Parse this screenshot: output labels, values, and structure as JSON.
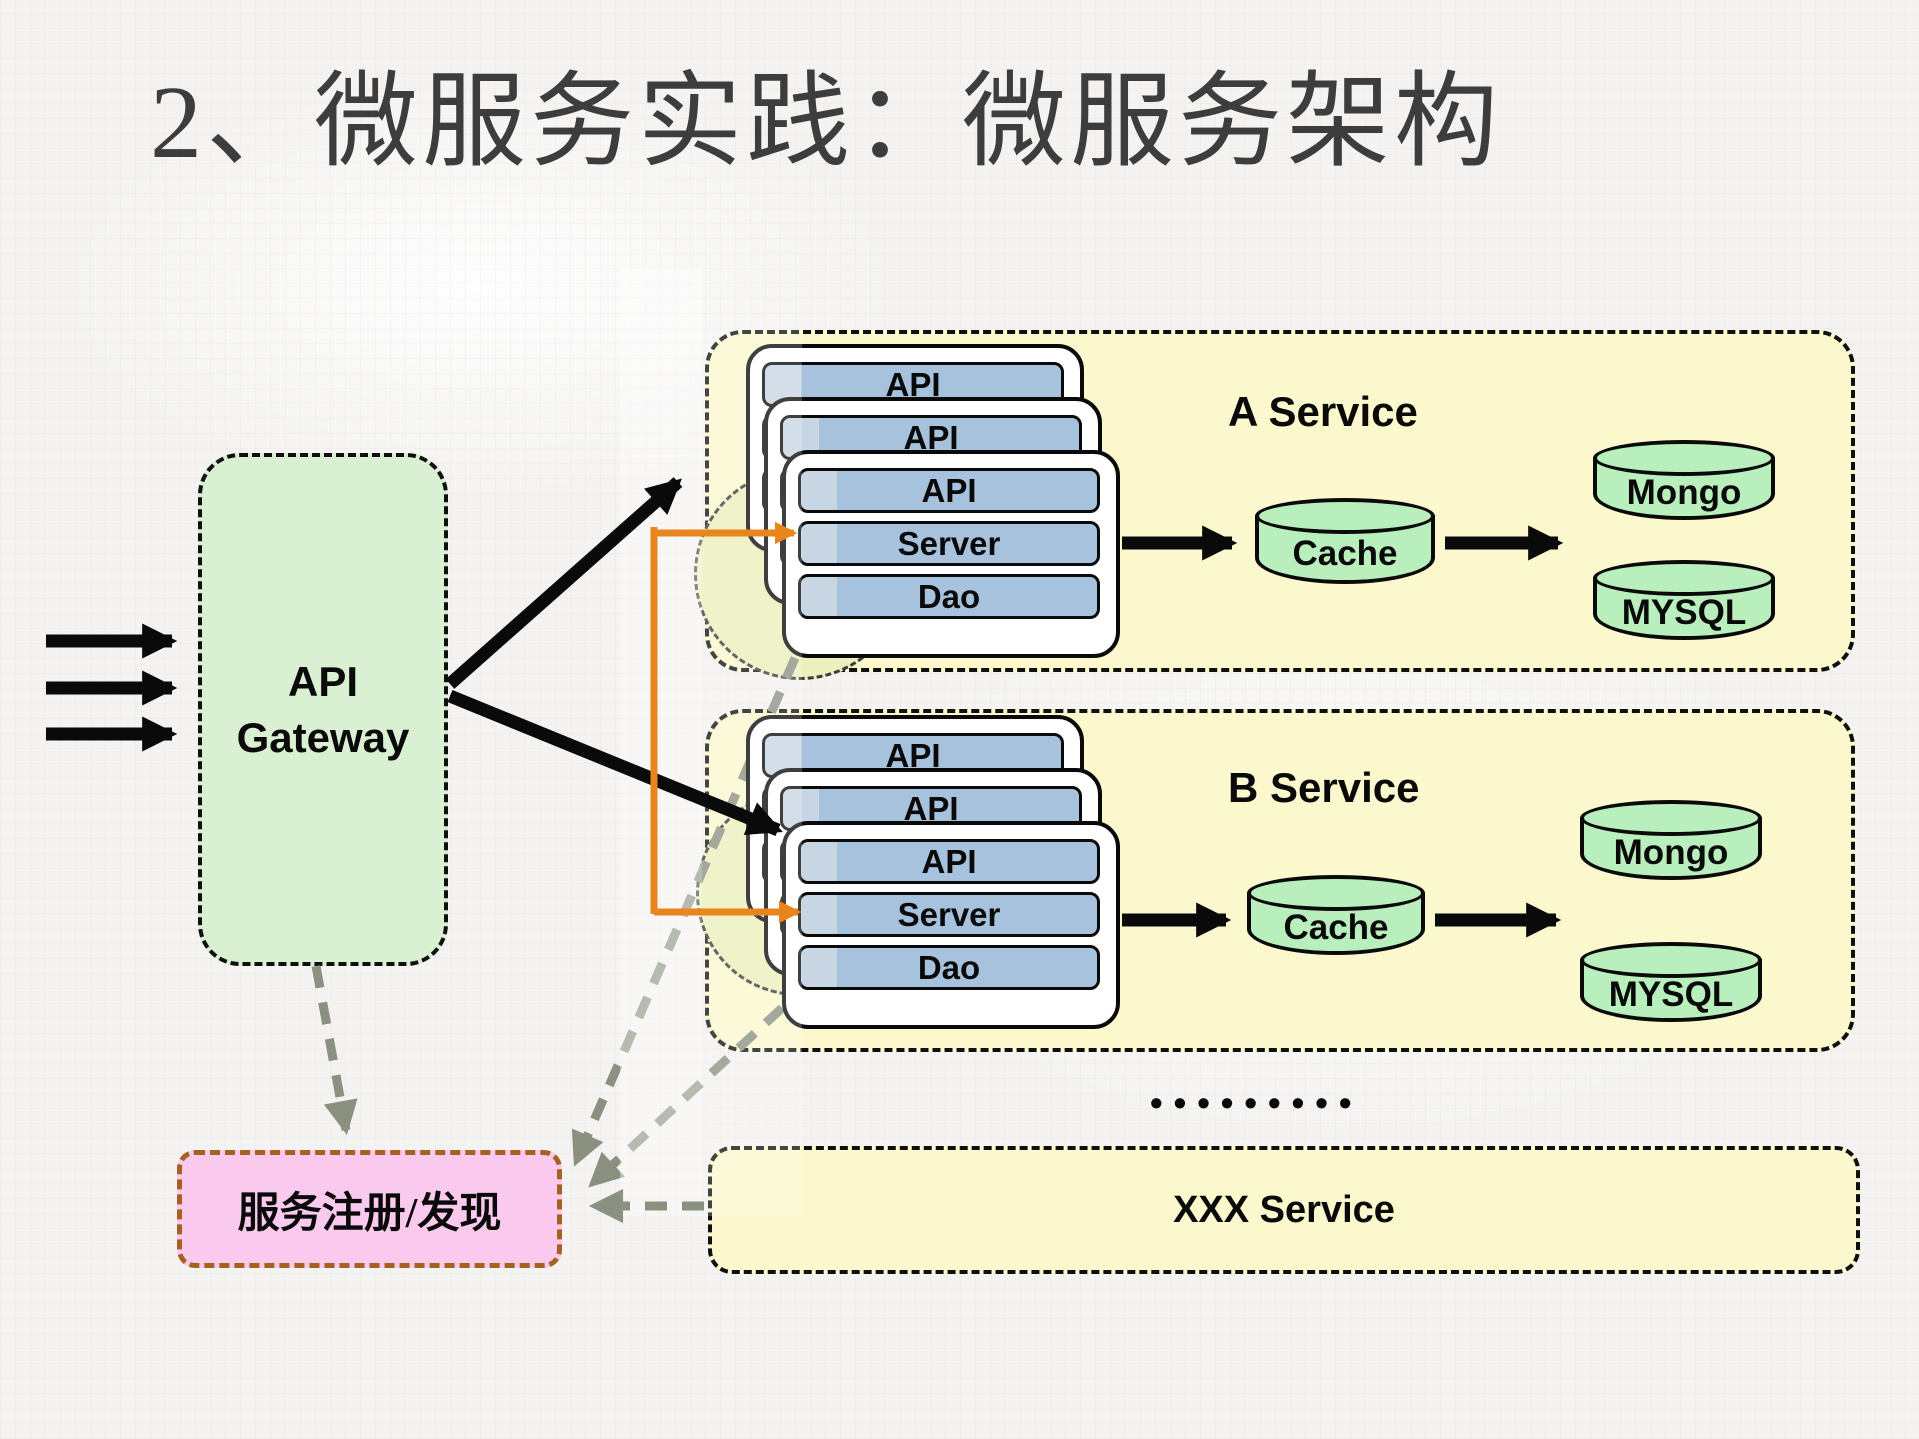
{
  "title": {
    "text": "2、微服务实践：微服务架构"
  },
  "gateway": {
    "line1": "API",
    "line2": "Gateway"
  },
  "services": [
    {
      "name": "A Service",
      "layers": [
        "API",
        "Server",
        "Dao"
      ],
      "cache_label": "Cache",
      "db_labels": [
        "Mongo",
        "MYSQL"
      ]
    },
    {
      "name": "B Service",
      "layers": [
        "API",
        "Server",
        "Dao"
      ],
      "cache_label": "Cache",
      "db_labels": [
        "Mongo",
        "MYSQL"
      ]
    }
  ],
  "more_indicator": "•••••••••",
  "xxx_service": {
    "name": "XXX Service"
  },
  "registry": {
    "label": "服务注册/发现"
  },
  "colors": {
    "service_fill": "#FBF8CD",
    "gateway_fill": "#D9F1D2",
    "cylinder_fill": "#B9EFBC",
    "layer_fill": "#A6C2DC",
    "registry_fill": "#FAC9EE",
    "registry_border": "#A4611F",
    "arrow_black": "#0A0A0A",
    "arrow_orange": "#E8851C",
    "arrow_gray": "#8A9180"
  }
}
